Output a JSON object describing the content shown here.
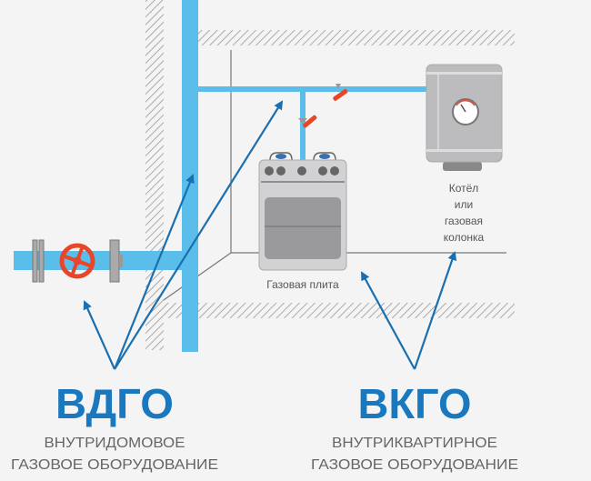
{
  "labels": {
    "stove": "Газовая плита",
    "boiler": [
      "Котёл",
      "или",
      "газовая",
      "колонка"
    ]
  },
  "groups": {
    "vdgo": {
      "abbr": "ВДГО",
      "line1": "ВНУТРИДОМОВОЕ",
      "line2": "ГАЗОВОЕ ОБОРУДОВАНИЕ"
    },
    "vkgo": {
      "abbr": "ВКГО",
      "line1": "ВНУТРИКВАРТИРНОЕ",
      "line2": "ГАЗОВОЕ ОБОРУДОВАНИЕ"
    }
  },
  "colors": {
    "pipe": "#5bbde9",
    "arrow": "#1a6fb0",
    "valve": "#e8462a",
    "title": "#1a78be",
    "appliance": "#bcbcbe"
  }
}
